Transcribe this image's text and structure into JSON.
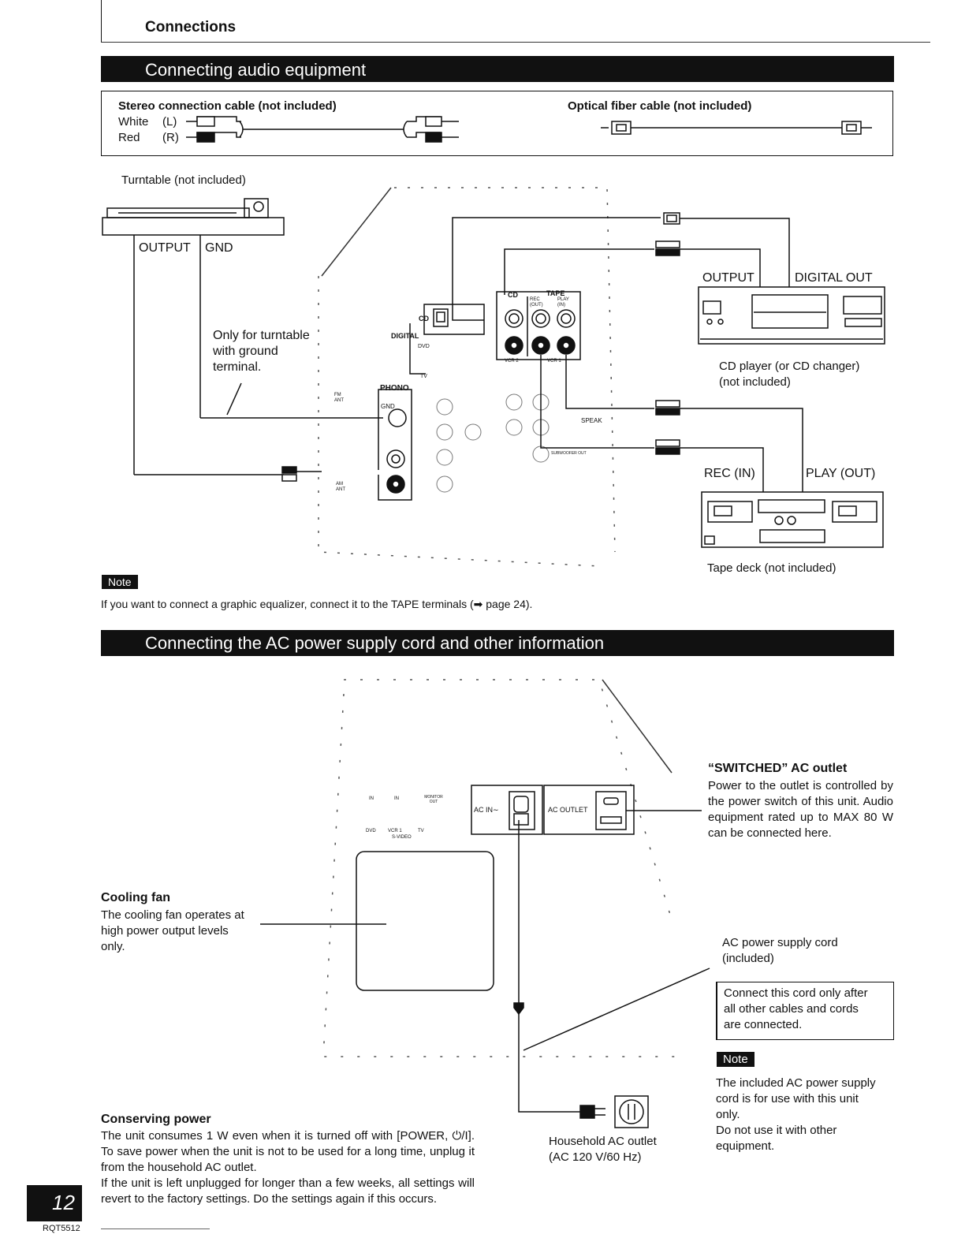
{
  "header": {
    "section": "Connections"
  },
  "audio": {
    "title": "Connecting audio equipment",
    "cables": {
      "stereo_title": "Stereo connection cable (not included)",
      "white_label": "White",
      "white_ch": "(L)",
      "red_label": "Red",
      "red_ch": "(R)",
      "optical_title": "Optical fiber cable (not included)"
    },
    "turntable": {
      "name": "Turntable (not included)",
      "output": "OUTPUT",
      "gnd": "GND",
      "gnd_note": [
        "Only for turntable",
        "with ground",
        "terminal."
      ]
    },
    "cd": {
      "output": "OUTPUT",
      "digital_out": "DIGITAL OUT",
      "name": [
        "CD player (or CD changer)",
        "(not included)"
      ]
    },
    "tape": {
      "rec": "REC (IN)",
      "play": "PLAY (OUT)",
      "name": "Tape deck (not included)"
    },
    "panel": {
      "phono": "PHONO",
      "gnd": "GND",
      "digital": "DIGITAL",
      "cd": "CD",
      "tape": "TAPE",
      "tape_rec": "REC (OUT)",
      "tape_play": "PLAY (IN)",
      "dvd": "DVD",
      "tv": "TV",
      "speak": "SPEAK",
      "subwoofer": "SUBWOOFER OUT",
      "vcr2": "VCR 2",
      "vcr1": "VCR 1",
      "fm": "FM ANT",
      "am": "AM ANT"
    },
    "note_label": "Note",
    "note_text": "If you want to connect a graphic equalizer, connect it to the TAPE terminals (➡ page 24)."
  },
  "ac": {
    "title": "Connecting the AC power supply cord and other information",
    "switched_title": "“SWITCHED” AC outlet",
    "switched_text": "Power to the outlet is controlled by the power switch of this unit. Audio equipment rated up to MAX 80 W can be connected here.",
    "panel": {
      "ac_in": "AC IN∼",
      "ac_outlet": "AC OUTLET",
      "in1": "IN",
      "in2": "IN",
      "monitor": "MONITOR OUT",
      "dvd": "DVD",
      "vcr1": "VCR 1",
      "tv": "TV",
      "svideo": "S-VIDEO"
    },
    "cooling_title": "Cooling fan",
    "cooling_text": [
      "The cooling fan operates at",
      "high power output levels",
      "only."
    ],
    "cord_label": [
      "AC power supply cord",
      "(included)"
    ],
    "cord_box": [
      "Connect this cord only after",
      "all other cables and cords",
      "are connected."
    ],
    "note_label": "Note",
    "note_text": [
      "The included AC power supply",
      "cord is for use with this unit",
      "only.",
      "Do not use it with other",
      "equipment."
    ],
    "outlet_label": [
      "Household AC outlet",
      "(AC 120 V/60 Hz)"
    ],
    "conserving_title": "Conserving power",
    "conserving_text": "The unit consumes 1 W even when it is turned off with [POWER, ⏻/I]. To save power when the unit is not to be used for a long time, unplug it from the household AC outlet.",
    "conserving_text2": "If the unit is left unplugged for longer than a few weeks, all settings will revert to the factory settings. Do the settings again if this occurs."
  },
  "footer": {
    "page": "12",
    "code": "RQT5512"
  }
}
